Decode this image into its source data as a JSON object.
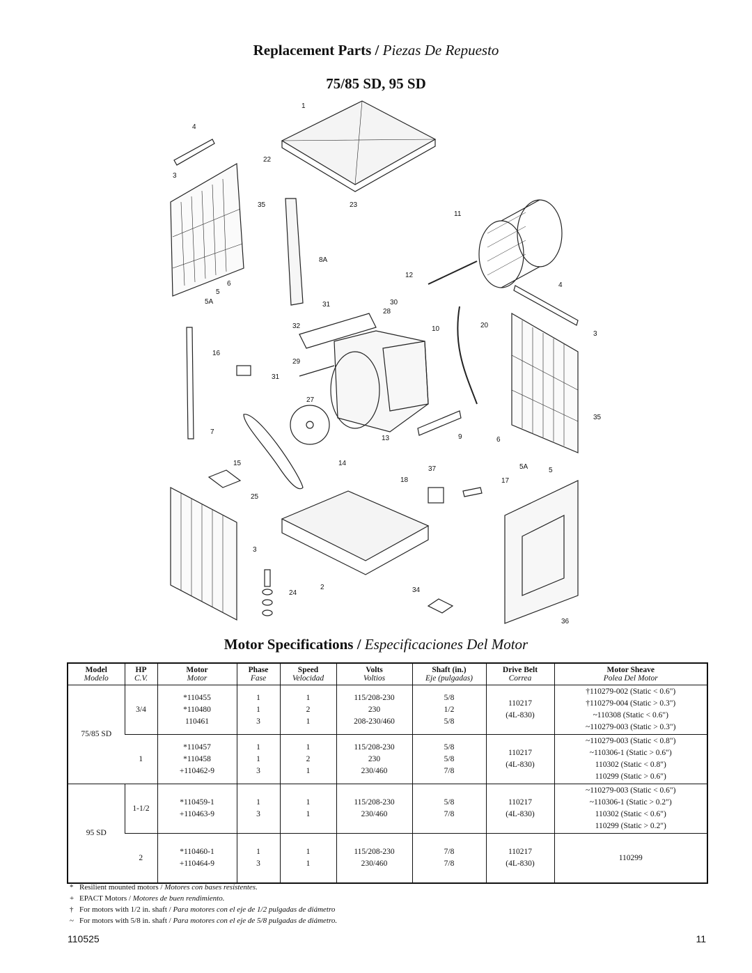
{
  "heading": {
    "title_en": "Replacement Parts",
    "separator": "/",
    "title_es": "Piezas De Repuesto",
    "models": "75/85 SD, 95 SD"
  },
  "diagram": {
    "callouts": [
      "1",
      "2",
      "3",
      "3",
      "3",
      "4",
      "4",
      "5",
      "5",
      "5A",
      "5A",
      "6",
      "6",
      "7",
      "8A",
      "9",
      "10",
      "11",
      "12",
      "13",
      "14",
      "15",
      "16",
      "17",
      "18",
      "20",
      "22",
      "23",
      "24",
      "25",
      "27",
      "28",
      "29",
      "30",
      "31",
      "31",
      "32",
      "34",
      "35",
      "35",
      "36",
      "37"
    ]
  },
  "motor_specs": {
    "title_en": "Motor Specifications",
    "separator": "/",
    "title_es": "Especificaciones Del Motor",
    "headers_en": [
      "Model",
      "HP",
      "Motor",
      "Phase",
      "Speed",
      "Volts",
      "Shaft (in.)",
      "Drive Belt",
      "Motor Sheave"
    ],
    "headers_es": [
      "Modelo",
      "C.V.",
      "Motor",
      "Fase",
      "Velocidad",
      "Voltios",
      "Eje (pulgadas)",
      "Correa",
      "Polea Del Motor"
    ],
    "groups": [
      {
        "model": "75/85 SD",
        "rows": [
          {
            "hp": "3/4",
            "motor": [
              "*110455",
              "*110480",
              "110461"
            ],
            "phase": [
              "1",
              "1",
              "3"
            ],
            "speed": [
              "1",
              "2",
              "1"
            ],
            "volts": [
              "115/208-230",
              "230",
              "208-230/460"
            ],
            "shaft": [
              "5/8",
              "1/2",
              "5/8"
            ],
            "belt": [
              "110217",
              "(4L-830)"
            ],
            "sheave": [
              "†110279-002 (Static < 0.6\")",
              "†110279-004 (Static > 0.3\")",
              "~110308 (Static < 0.6\")",
              "~110279-003 (Static > 0.3\")"
            ]
          },
          {
            "hp": "1",
            "motor": [
              "*110457",
              "*110458",
              "+110462-9"
            ],
            "phase": [
              "1",
              "1",
              "3"
            ],
            "speed": [
              "1",
              "2",
              "1"
            ],
            "volts": [
              "115/208-230",
              "230",
              "230/460"
            ],
            "shaft": [
              "5/8",
              "5/8",
              "7/8"
            ],
            "belt": [
              "110217",
              "(4L-830)"
            ],
            "sheave": [
              "~110279-003 (Static < 0.8\")",
              "~110306-1 (Static > 0.6\")",
              "110302 (Static < 0.8\")",
              "110299 (Static > 0.6\")"
            ]
          }
        ]
      },
      {
        "model": "95 SD",
        "rows": [
          {
            "hp": "1-1/2",
            "motor": [
              "*110459-1",
              "+110463-9"
            ],
            "phase": [
              "1",
              "3"
            ],
            "speed": [
              "1",
              "1"
            ],
            "volts": [
              "115/208-230",
              "230/460"
            ],
            "shaft": [
              "5/8",
              "7/8"
            ],
            "belt": [
              "110217",
              "(4L-830)"
            ],
            "sheave": [
              "~110279-003 (Static < 0.6\")",
              "~110306-1 (Static > 0.2\")",
              "110302 (Static < 0.6\")",
              "110299 (Static > 0.2\")"
            ]
          },
          {
            "hp": "2",
            "motor": [
              "*110460-1",
              "+110464-9"
            ],
            "phase": [
              "1",
              "3"
            ],
            "speed": [
              "1",
              "1"
            ],
            "volts": [
              "115/208-230",
              "230/460"
            ],
            "shaft": [
              "7/8",
              "7/8"
            ],
            "belt": [
              "110217",
              "(4L-830)"
            ],
            "sheave": [
              "110299"
            ]
          }
        ]
      }
    ]
  },
  "notes": [
    {
      "symbol": "*",
      "en": "Resilient mounted motors / ",
      "es": "Motores con bases resistentes."
    },
    {
      "symbol": "+",
      "en": "EPACT Motors  /  ",
      "es": "Motores de buen rendimiento."
    },
    {
      "symbol": "†",
      "en": "For motors with 1/2 in. shaft / ",
      "es": "Para motores con el eje de 1/2 pulgadas de diámetro"
    },
    {
      "symbol": "~",
      "en": "For motors with 5/8 in. shaft / ",
      "es": "Para motores con el eje de 5/8 pulgadas de diámetro."
    }
  ],
  "footer": {
    "doc_number": "110525",
    "page_number": "11"
  }
}
